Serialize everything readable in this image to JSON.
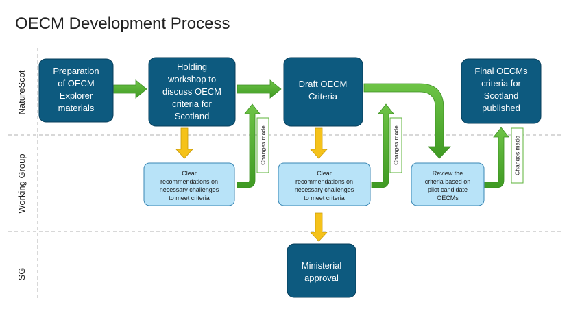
{
  "title": "OECM Development Process",
  "lanes": [
    "NatureScot",
    "Working Group",
    "SG"
  ],
  "boxes": {
    "prep": [
      "Preparation",
      "of OECM",
      "Explorer",
      "materials"
    ],
    "workshop": [
      "Holding",
      "workshop to",
      "discuss OECM",
      "criteria for",
      "Scotland"
    ],
    "draft": [
      "Draft OECM",
      "Criteria"
    ],
    "final": [
      "Final OECMs",
      "criteria for",
      "Scotland",
      "published"
    ],
    "rec1": [
      "Clear",
      "recommendations on",
      "necessary challenges",
      "to meet criteria"
    ],
    "rec2": [
      "Clear",
      "recommendations on",
      "necessary challenges",
      "to meet criteria"
    ],
    "review": [
      "Review the",
      "criteria based on",
      "pilot candidate",
      "OECMs"
    ],
    "minister": [
      "Ministerial",
      "approval"
    ]
  },
  "changes_label": "Changes made",
  "colors": {
    "dark_box": "#0d5a7f",
    "light_box": "#b8e3f8",
    "green_arrow": "#5cb33a",
    "yellow_arrow": "#f5c21a",
    "divider": "#b0b0b0"
  }
}
